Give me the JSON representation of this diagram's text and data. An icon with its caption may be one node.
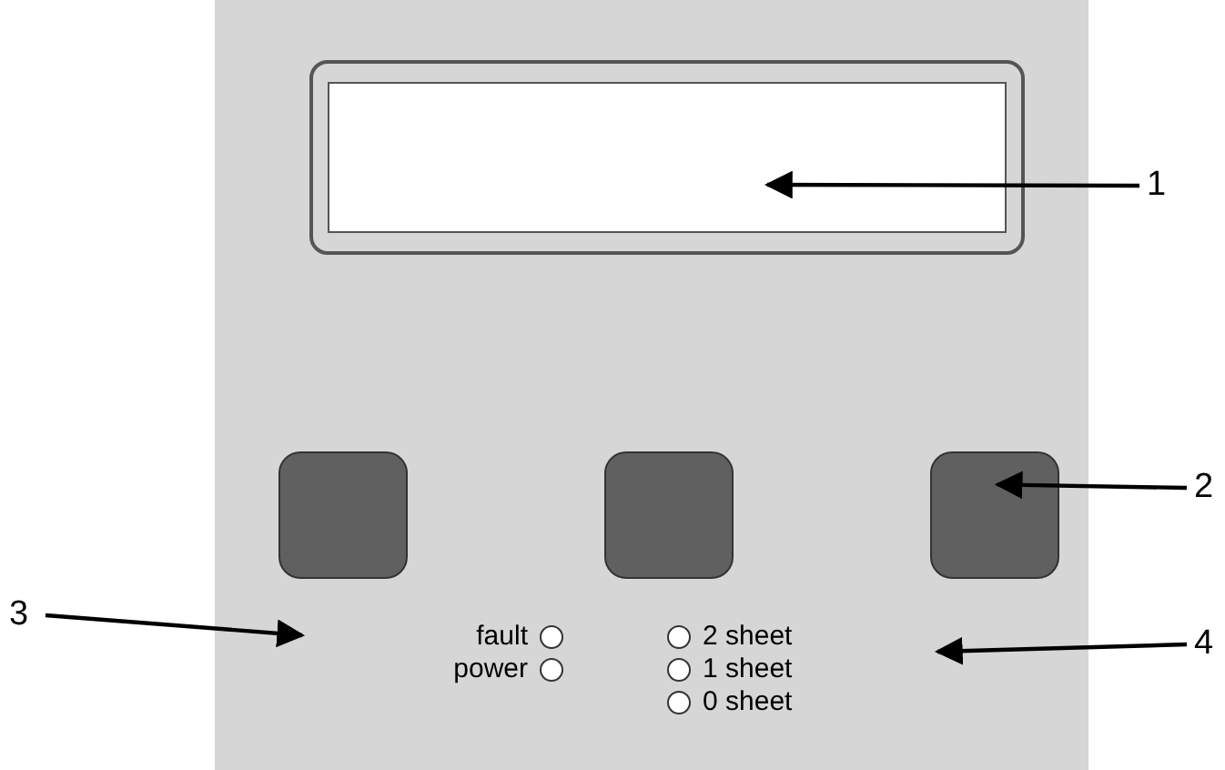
{
  "diagram": {
    "nodes": [
      {
        "text": [],
        "shape": "box"
      },
      {
        "text": [],
        "shape": "box",
        "in": 0
      },
      {
        "text": [],
        "shape": "box",
        "in": 0
      },
      {
        "text": [],
        "shape": "box",
        "in": 0
      },
      {
        "text": [],
        "shape": "box",
        "in": 0
      },
      {
        "text": [
          "1"
        ]
      },
      {
        "text": [
          "2"
        ]
      },
      {
        "text": [
          "3"
        ]
      },
      {
        "text": [
          "4"
        ]
      }
    ],
    "edges": [
      {
        "from": 5,
        "to": 1,
        "arrow": "to"
      },
      {
        "from": 6,
        "to": 4,
        "arrow": "to"
      },
      {
        "from": 7,
        "to": null,
        "arrow": "to"
      },
      {
        "from": 8,
        "to": null,
        "arrow": "to"
      }
    ],
    "labels": [
      "fault",
      "2 sheet",
      "power",
      "1 sheet",
      "0 sheet"
    ]
  }
}
